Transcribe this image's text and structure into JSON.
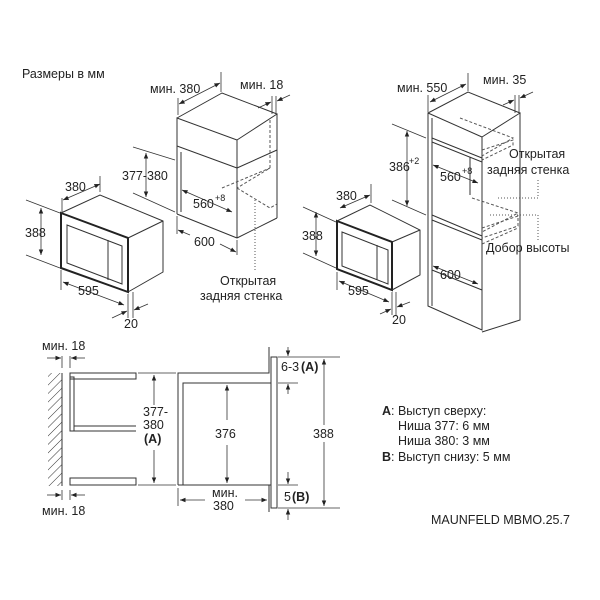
{
  "title": "Размеры в мм",
  "built_in_wall": {
    "min_depth": "мин. 380",
    "min_side": "мин. 18",
    "niche_height": "377-380",
    "niche_width": "560",
    "niche_width_tol": "+8",
    "cabinet_width": "600",
    "open_back_line1": "Открытая",
    "open_back_line2": "задняя стенка"
  },
  "microwave_left": {
    "depth": "380",
    "height": "388",
    "width": "595",
    "frame": "20"
  },
  "tall_cabinet": {
    "min_depth": "мин. 550",
    "min_side": "мин. 35",
    "niche_height": "386",
    "niche_height_tol": "+2",
    "niche_width": "560",
    "niche_width_tol": "+8",
    "cabinet_width": "600",
    "open_back_line1": "Открытая",
    "open_back_line2": "задняя стенка",
    "height_filler": "Добор высоты"
  },
  "microwave_right": {
    "depth": "380",
    "height": "388",
    "width": "595",
    "frame": "20"
  },
  "section": {
    "min_top": "мин. 18",
    "min_bottom": "мин. 18",
    "niche_l1": "377-",
    "niche_l2": "380",
    "niche_l3": "(A)",
    "inner_height": "376",
    "min_depth_l1": "мин.",
    "min_depth_l2": "380",
    "top_offset": "6-3",
    "top_offset_ref": "(A)",
    "total_height": "388",
    "bottom_offset": "5",
    "bottom_offset_ref": "(B)"
  },
  "notes": {
    "a_key": "A",
    "a_text": ": Выступ сверху:",
    "a_line2": "Ниша 377: 6 мм",
    "a_line3": "Ниша 380: 3 мм",
    "b_key": "B",
    "b_text": ": Выступ снизу: 5 мм"
  },
  "model": "MAUNFELD MBMO.25.7"
}
